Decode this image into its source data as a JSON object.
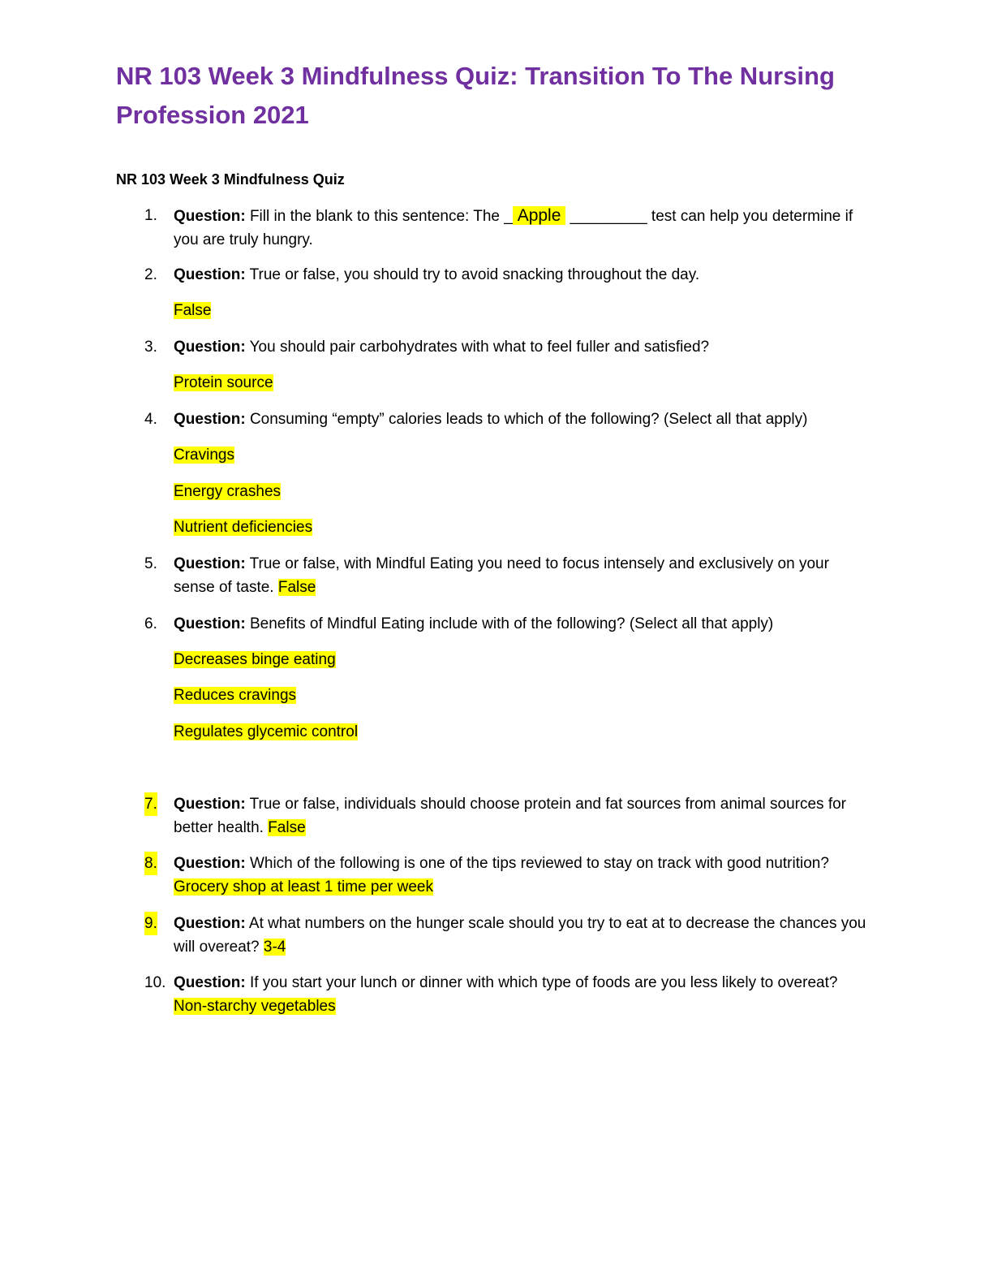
{
  "title": "NR 103 Week 3 Mindfulness Quiz: Transition To The Nursing Profession 2021",
  "subtitle": "NR 103 Week 3 Mindfulness Quiz",
  "question_label": "Question:",
  "q1": {
    "num": "1.",
    "text_a": "Fill in the blank to this sentence: The _",
    "answer": "Apple",
    "text_b": "_________ test can help you determine if you are truly hungry."
  },
  "q2": {
    "num": "2.",
    "text": "True or false, you should try to avoid snacking throughout the day.",
    "answers": [
      "False"
    ]
  },
  "q3": {
    "num": "3.",
    "text": "You should pair carbohydrates with what to feel fuller and satisfied?",
    "answers": [
      "Protein source"
    ]
  },
  "q4": {
    "num": "4.",
    "text": "Consuming “empty” calories leads to which of the following? (Select all that apply)",
    "answers": [
      "Cravings",
      "Energy crashes",
      "Nutrient deficiencies"
    ]
  },
  "q5": {
    "num": "5.",
    "text": "True or false, with Mindful Eating you need to focus intensely and exclusively on your sense of taste.",
    "answer": "False"
  },
  "q6": {
    "num": "6.",
    "text": "Benefits of Mindful Eating include with of the following? (Select all that apply)",
    "answers": [
      "Decreases binge eating",
      "Reduces cravings",
      "Regulates glycemic control"
    ]
  },
  "q7": {
    "num": "7.",
    "text": "True or false, individuals should choose protein and fat sources from animal sources for better health.",
    "answer": "False"
  },
  "q8": {
    "num": "8.",
    "text": "Which of the following is one of the tips reviewed to stay on track with good nutrition?",
    "answer": "Grocery shop at least 1 time per week"
  },
  "q9": {
    "num": "9.",
    "text": "At what numbers on the hunger scale should you try to eat at to decrease the chances you will overeat?",
    "answer": "3-4"
  },
  "q10": {
    "num": "10.",
    "text": "If you start your lunch or dinner with which type of foods are you less likely to overeat?",
    "answer": "Non-starchy vegetables"
  },
  "colors": {
    "title": "#7030a0",
    "highlight": "#ffff00"
  }
}
